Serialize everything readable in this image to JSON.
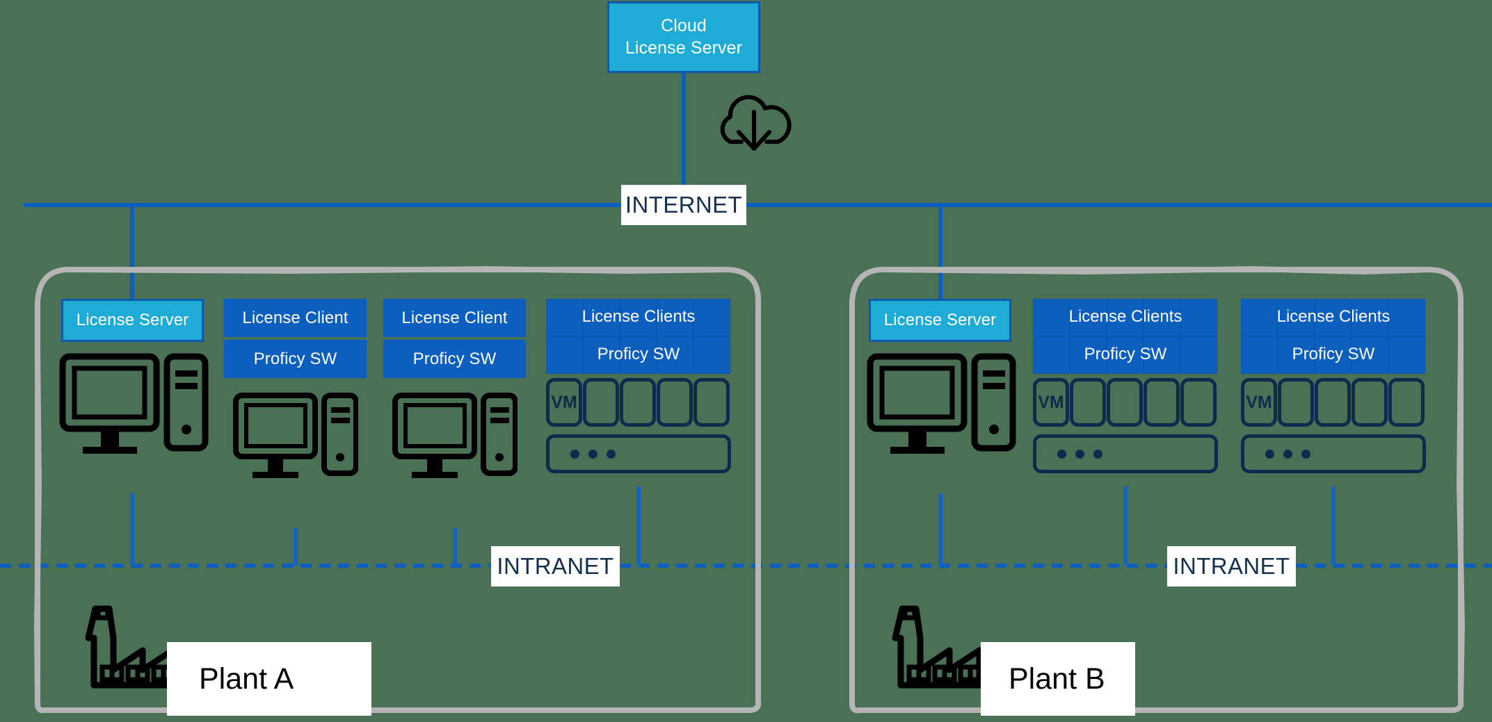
{
  "colors": {
    "server_fill": "#1EACD6",
    "server_border": "#0D5AAC",
    "client_fill": "#0C5FBE",
    "network_line": "#0C5FBE",
    "plant_boundary": "#B5B5B5",
    "label_text": "#14304f",
    "icon_stroke": "#000000",
    "vm_stroke": "#10294d",
    "background": "#4a7055"
  },
  "cloud": {
    "title_line1": "Cloud",
    "title_line2": "License Server",
    "download_icon": "cloud-download-icon"
  },
  "networks": {
    "internet_label": "INTERNET",
    "intranet_label": "INTRANET"
  },
  "plants": [
    {
      "id": "plant-a",
      "name": "Plant A",
      "factory_icon": "factory-icon",
      "nodes": [
        {
          "type": "server",
          "label": "License Server",
          "device": "desktop-computer-icon"
        },
        {
          "type": "client",
          "label_top": "License Client",
          "label_bottom": "Proficy SW",
          "device": "desktop-computer-icon"
        },
        {
          "type": "client",
          "label_top": "License Client",
          "label_bottom": "Proficy SW",
          "device": "desktop-computer-icon"
        },
        {
          "type": "vmcluster",
          "label_top": "License Clients",
          "label_bottom": "Proficy SW",
          "vm_label": "VM",
          "vm_count": 5,
          "ellipsis_dots": 3
        }
      ]
    },
    {
      "id": "plant-b",
      "name": "Plant B",
      "factory_icon": "factory-icon",
      "nodes": [
        {
          "type": "server",
          "label": "License Server",
          "device": "desktop-computer-icon"
        },
        {
          "type": "vmcluster",
          "label_top": "License Clients",
          "label_bottom": "Proficy SW",
          "vm_label": "VM",
          "vm_count": 5,
          "ellipsis_dots": 3
        },
        {
          "type": "vmcluster",
          "label_top": "License Clients",
          "label_bottom": "Proficy SW",
          "vm_label": "VM",
          "vm_count": 5,
          "ellipsis_dots": 3
        }
      ]
    }
  ]
}
